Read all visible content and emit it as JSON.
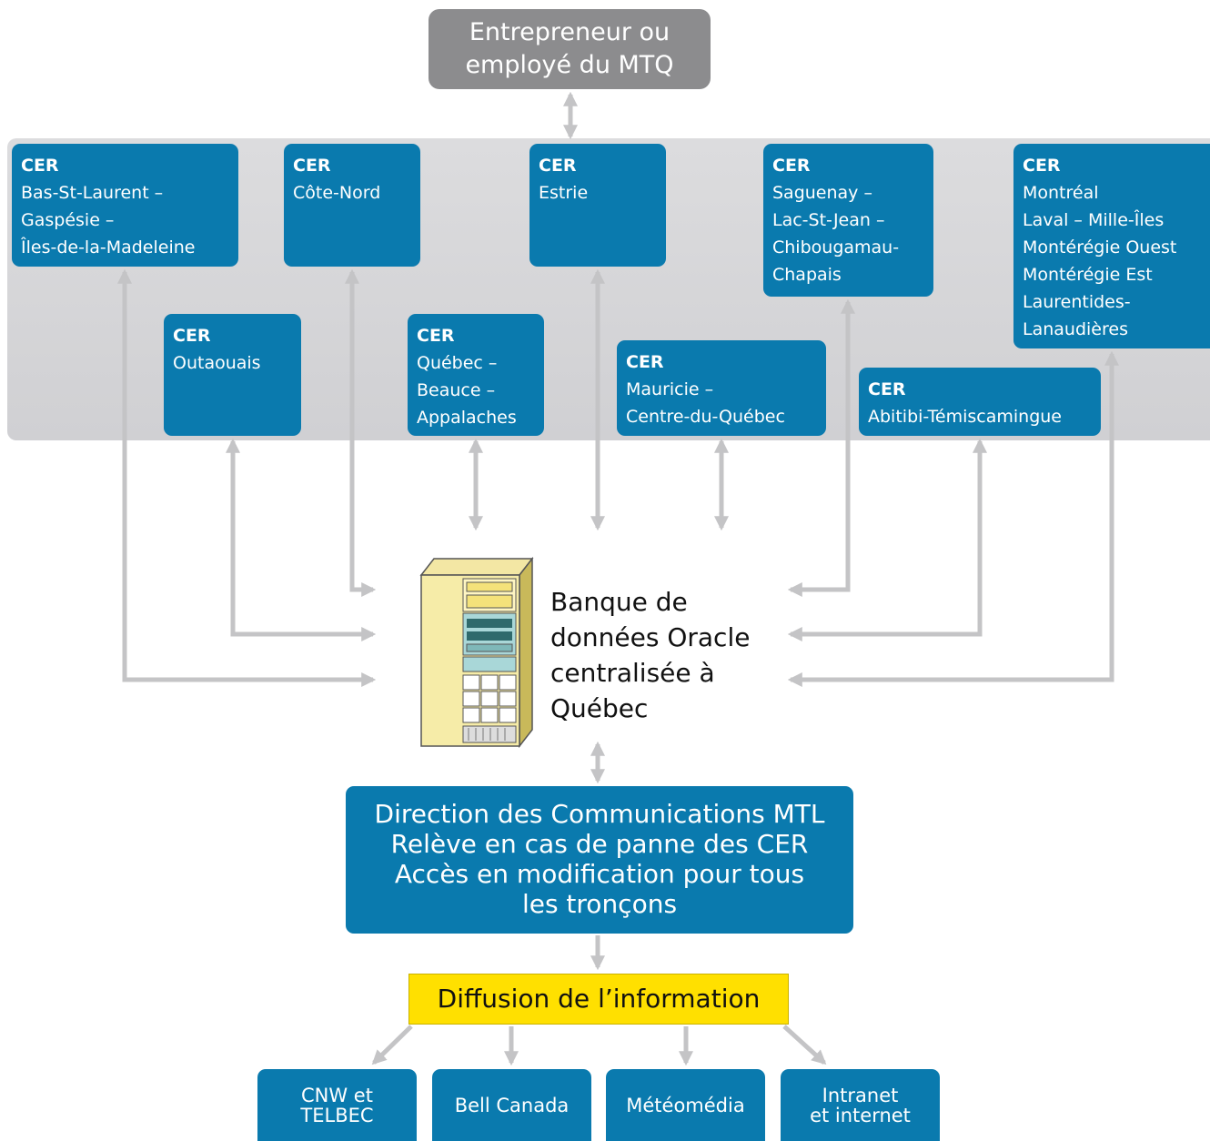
{
  "top_actor": "Entrepreneur ou\nemployé du MTQ",
  "cer_prefix": "CER",
  "cer_centres": [
    "Bas-St-Laurent –\nGaspésie –\nÎles-de-la-Madeleine",
    "Côte-Nord",
    "Estrie",
    "Saguenay –\nLac-St-Jean –\nChibougamau-\nChapais",
    "Montréal\nLaval – Mille-Îles\nMontérégie Ouest\nMontérégie Est\nLaurentides-\nLanaudières",
    "Outaouais",
    "Québec –\nBeauce –\nAppalaches",
    "Mauricie –\nCentre-du-Québec",
    "Abitibi-Témiscamingue"
  ],
  "database": "Banque de\ndonnées Oracle\ncentralisée à\nQuébec",
  "direction": "Direction des Communications MTL\nRelève en cas de panne des CER\nAccès en modification pour tous\nles tronçons",
  "diffusion": "Diffusion de l’information",
  "outputs": [
    "CNW et\nTELBEC",
    "Bell Canada",
    "Météomédia",
    "Intranet\net internet"
  ],
  "colors": {
    "box": "#0a7aae",
    "top_box": "#8c8c8e",
    "diffusion": "#ffe000",
    "connector": "#c4c4c6",
    "band": "#d4d4d7"
  },
  "icons": [
    "server-tower-icon"
  ]
}
